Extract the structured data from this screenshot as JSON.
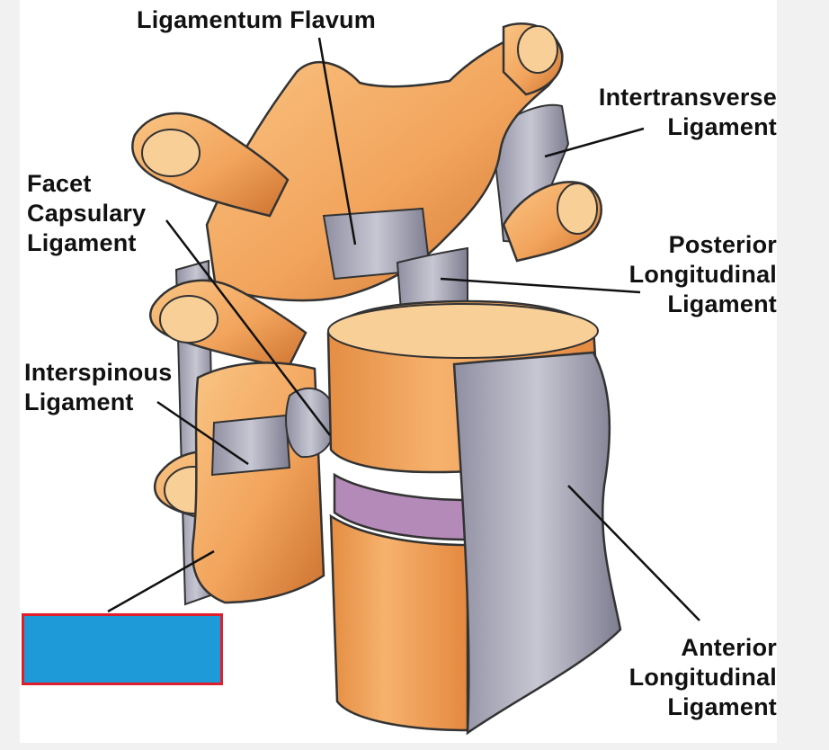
{
  "labels": {
    "ligamentum_flavum": "Ligamentum Flavum",
    "intertransverse": "Intertransverse\nLigament",
    "facet_capsulary": "Facet\nCapsulary\nLigament",
    "posterior_longitudinal": "Posterior\nLongitudinal\nLigament",
    "interspinous": "Interspinous\nLigament",
    "anterior_longitudinal": "Anterior\nLongitudinal\nLigament"
  },
  "colors": {
    "bone": "#f2a45c",
    "bone_dark": "#c9712f",
    "bone_light": "#f9d2a0",
    "ligament": "#a9a9b9",
    "disc": "#b48ab8",
    "mask_fill": "#1e9ad8",
    "mask_border": "#e01f2c"
  }
}
